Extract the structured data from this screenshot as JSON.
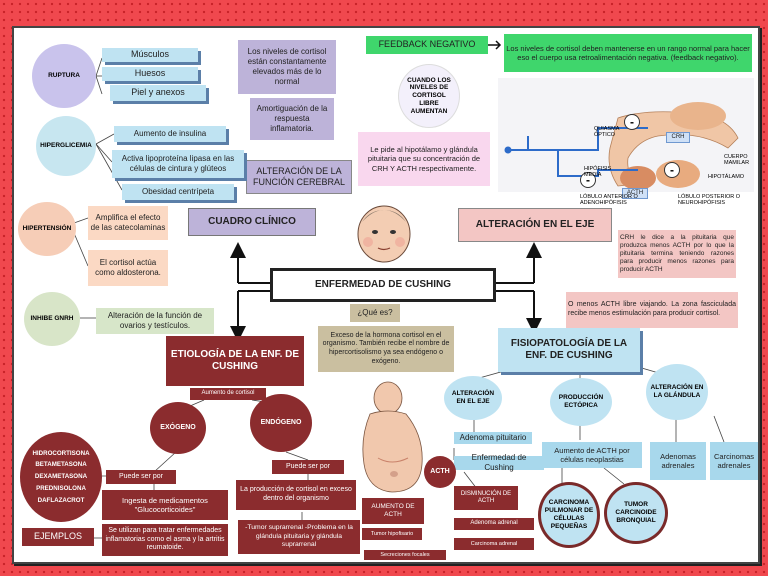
{
  "center": {
    "title": "ENFERMEDAD DE CUSHING"
  },
  "cuadro": {
    "title": "CUADRO CLÍNICO",
    "ruptura": {
      "label": "RUPTURA",
      "items": [
        "Músculos",
        "Huesos",
        "Piel y anexos"
      ]
    },
    "cortisol_normal": "Los niveles de cortisol están constantamente elevados más de lo normal",
    "amortiguacion": "Amortiguación de la respuesta inflamatoria.",
    "funcion_cerebral": "ALTERACIÓN DE LA FUNCIÓN CEREBRAL",
    "hiperglicemia": {
      "label": "HIPERGLICEMIA",
      "items": [
        "Aumento de insulina",
        "Activa lipoproteína lipasa en las células de cintura y glúteos",
        "Obesidad centrípeta"
      ]
    },
    "hipertension": {
      "label": "HIPERTENSIÓN",
      "items": [
        "Amplifica el efecto de las catecolaminas",
        "El cortisol actúa como aldosterona."
      ]
    },
    "gnrh": {
      "label": "INHIBE GNRH",
      "text": "Alteración de la función de ovarios y testículos."
    }
  },
  "eje": {
    "title": "ALTERACIÓN EN EL EJE",
    "feedback_label": "FEEDBACK NEGATIVO",
    "feedback_text": "Los niveles de cortisol deben mantenerse en un rango normal para hacer eso el cuerpo usa retroalimentación negativa. (feedback negativo).",
    "cuando": "CUANDO LOS NIVELES DE CORTISOL LIBRE AUMENTAN",
    "pide": "Le pide al hipotálamo y glándula pituitaria que su concentración de CRH Y ACTH respectivamente.",
    "crh": "CRH le dice a la pituitaria que produzca menos ACTH por lo que la pituitaria termina teniendo razones para producir menos razones para producir ACTH",
    "menos_acth": "O menos ACTH libre viajando. La zona fasciculada recibe menos estimulación para producir cortisol.",
    "diagram": {
      "quiasma": "QUIASMA ÓPTICO",
      "crh_tag": "CRH",
      "cuerpo": "CUERPO MAMILAR",
      "hipofisis": "HIPÓFISIS MEDIA",
      "hipotalamo": "HIPOTÁLAMO",
      "acth_tag": "ACTH",
      "lobulo_ant": "LÓBULO ANTERIOR O ADENOHIPÓFISIS",
      "lobulo_post": "LÓBULO POSTERIOR O NEUROHIPÓFISIS",
      "minus": "-"
    }
  },
  "que_es": {
    "label": "¿Qué es?",
    "text": "Exceso de la hormona cortisol en el organismo. También recibe el nombre de hipercortisolismo ya sea endógeno o exógeno."
  },
  "etiologia": {
    "title": "ETIOLOGÍA DE LA ENF. DE CUSHING",
    "aumento": "Aumento de cortisol",
    "exogeno": {
      "label": "EXÓGENO",
      "drugs": [
        "HIDROCORTISONA",
        "BETAMETASONA",
        "DEXAMETASONA",
        "PREDNISOLONA",
        "DAFLAZACROT"
      ],
      "puede": "Puede ser por",
      "ingesta": "Ingesta de medicamentos \"Glucocorticoides\"",
      "ejemplos": "EJEMPLOS",
      "utilizan": "Se utilizan para tratar enfermedades inflamatorias como el asma y la artritis reumatoide."
    },
    "endogeno": {
      "label": "ENDÓGENO",
      "puede": "Puede ser por",
      "produccion": "La producción de cortisol en exceso dentro del organismo",
      "tumor": "-Tumor suprarrenal -Problema en la glándula pituitaria y glándula suprarrenal"
    }
  },
  "fisio": {
    "title": "FISIOPATOLOGÍA DE LA ENF. DE CUSHING",
    "alt_eje": "ALTERACIÓN EN EL EJE",
    "produccion": "PRODUCCIÓN ECTÓPICA",
    "alt_glandula": "ALTERACIÓN EN LA GLÁNDULA",
    "adenoma_pit": "Adenoma pituitario",
    "enf_cushing": "Enfermedad de Cushing",
    "aumento_acth": "Aumento de ACTH por células neoplastias",
    "adenomas": "Adenomas adrenales",
    "carcinomas": "Carcinomas adrenales",
    "acth": "ACTH",
    "aumento_acth2": "AUMENTO DE ACTH",
    "disminucion": "DISMINUCIÓN DE ACTH",
    "carcinoma_pulm": "CARCINOMA PULMONAR DE CÉLULAS PEQUEÑAS",
    "tumor_bron": "TUMOR CARCINOIDE BRONQUIAL",
    "tumor_hip": "Tumor hipofisario",
    "adenoma_adr": "Adenoma adrenal",
    "carcinoma_adr": "Carcinoma adrenal",
    "secreciones": "Secreciones focales"
  }
}
